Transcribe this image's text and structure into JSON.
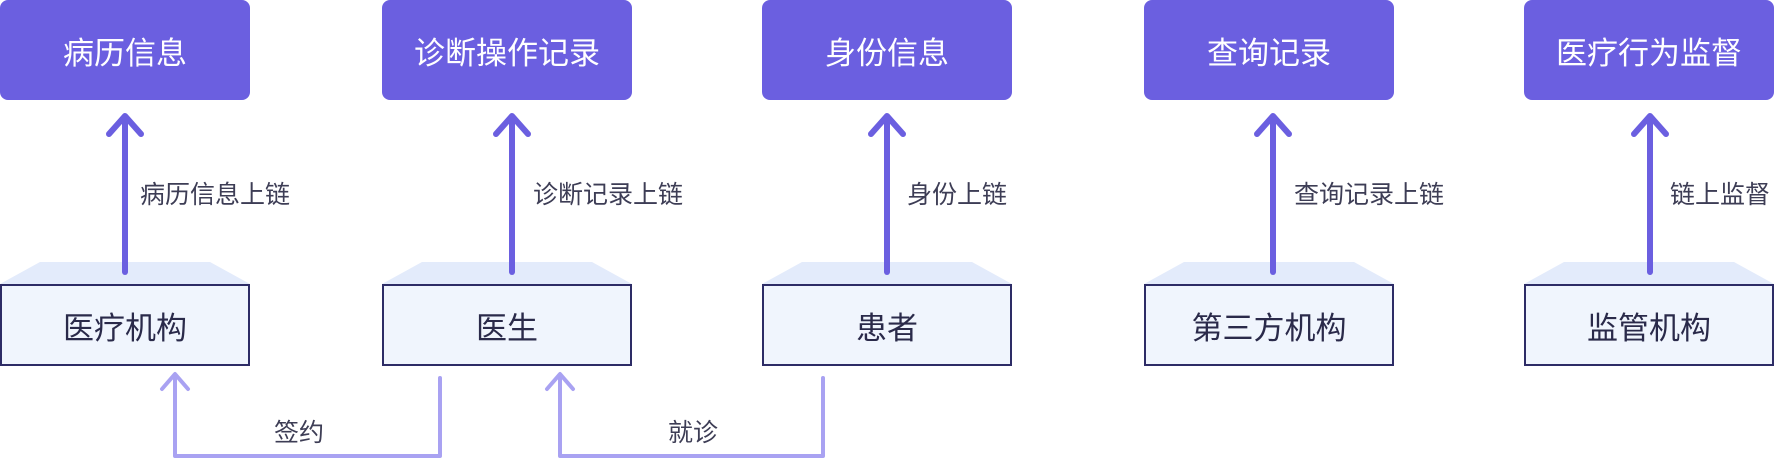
{
  "columns": [
    {
      "top": "病历信息",
      "arrow": "病历信息上链",
      "bottom": "医疗机构"
    },
    {
      "top": "诊断操作记录",
      "arrow": "诊断记录上链",
      "bottom": "医生"
    },
    {
      "top": "身份信息",
      "arrow": "身份上链",
      "bottom": "患者"
    },
    {
      "top": "查询记录",
      "arrow": "查询记录上链",
      "bottom": "第三方机构"
    },
    {
      "top": "医疗行为监督",
      "arrow": "链上监督",
      "bottom": "监管机构"
    }
  ],
  "relations": [
    {
      "label": "签约",
      "from": "医生",
      "to": "医疗机构"
    },
    {
      "label": "就诊",
      "from": "患者",
      "to": "医生"
    }
  ],
  "colors": {
    "top_box": "#6b5fe0",
    "bottom_fill": "#f0f5fd",
    "bottom_border": "#2d2c66",
    "arrow_up": "#6b5fe0",
    "relation_arrow": "#a9a2f2",
    "platform": "#e3ebfb"
  }
}
